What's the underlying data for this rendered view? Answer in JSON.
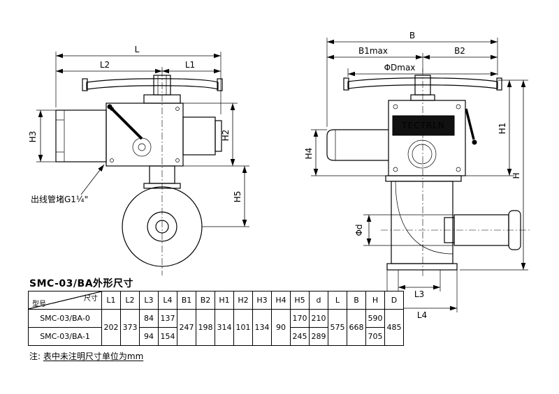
{
  "drawing": {
    "cable_annotation": "出线管堵G1¼\"",
    "nameplate": "TECTRLN",
    "front_dims": {
      "L": "L",
      "L2": "L2",
      "L1": "L1",
      "H3": "H3",
      "H2": "H2",
      "H5": "H5"
    },
    "side_dims": {
      "B": "B",
      "B1max": "B1max",
      "B2": "B2",
      "Dmax": "ΦDmax",
      "H1": "H1",
      "H4": "H4",
      "H": "H",
      "phi_d": "Φd",
      "L3": "L3",
      "L4": "L4"
    }
  },
  "section_title": "SMC-03/BA外形尺寸",
  "table": {
    "corner_top": "尺寸",
    "corner_bottom": "型号",
    "columns": [
      "L1",
      "L2",
      "L3",
      "L4",
      "B1",
      "B2",
      "H1",
      "H2",
      "H3",
      "H4",
      "H5",
      "d",
      "L",
      "B",
      "H",
      "D"
    ],
    "merged": {
      "L1": "202",
      "L2": "373",
      "B1": "247",
      "B2": "198",
      "H1": "314",
      "H2": "101",
      "H3": "134",
      "H4": "90",
      "L": "575",
      "B": "668",
      "D": "485"
    },
    "rows": [
      {
        "model": "SMC-03/BA-0",
        "L3": "84",
        "L4": "137",
        "H5": "170",
        "d": "210",
        "H": "590"
      },
      {
        "model": "SMC-03/BA-1",
        "L3": "94",
        "L4": "154",
        "H5": "245",
        "d": "289",
        "H": "705"
      }
    ]
  },
  "note": {
    "prefix": "注:",
    "body": "表中未注明尺寸单位为mm"
  }
}
